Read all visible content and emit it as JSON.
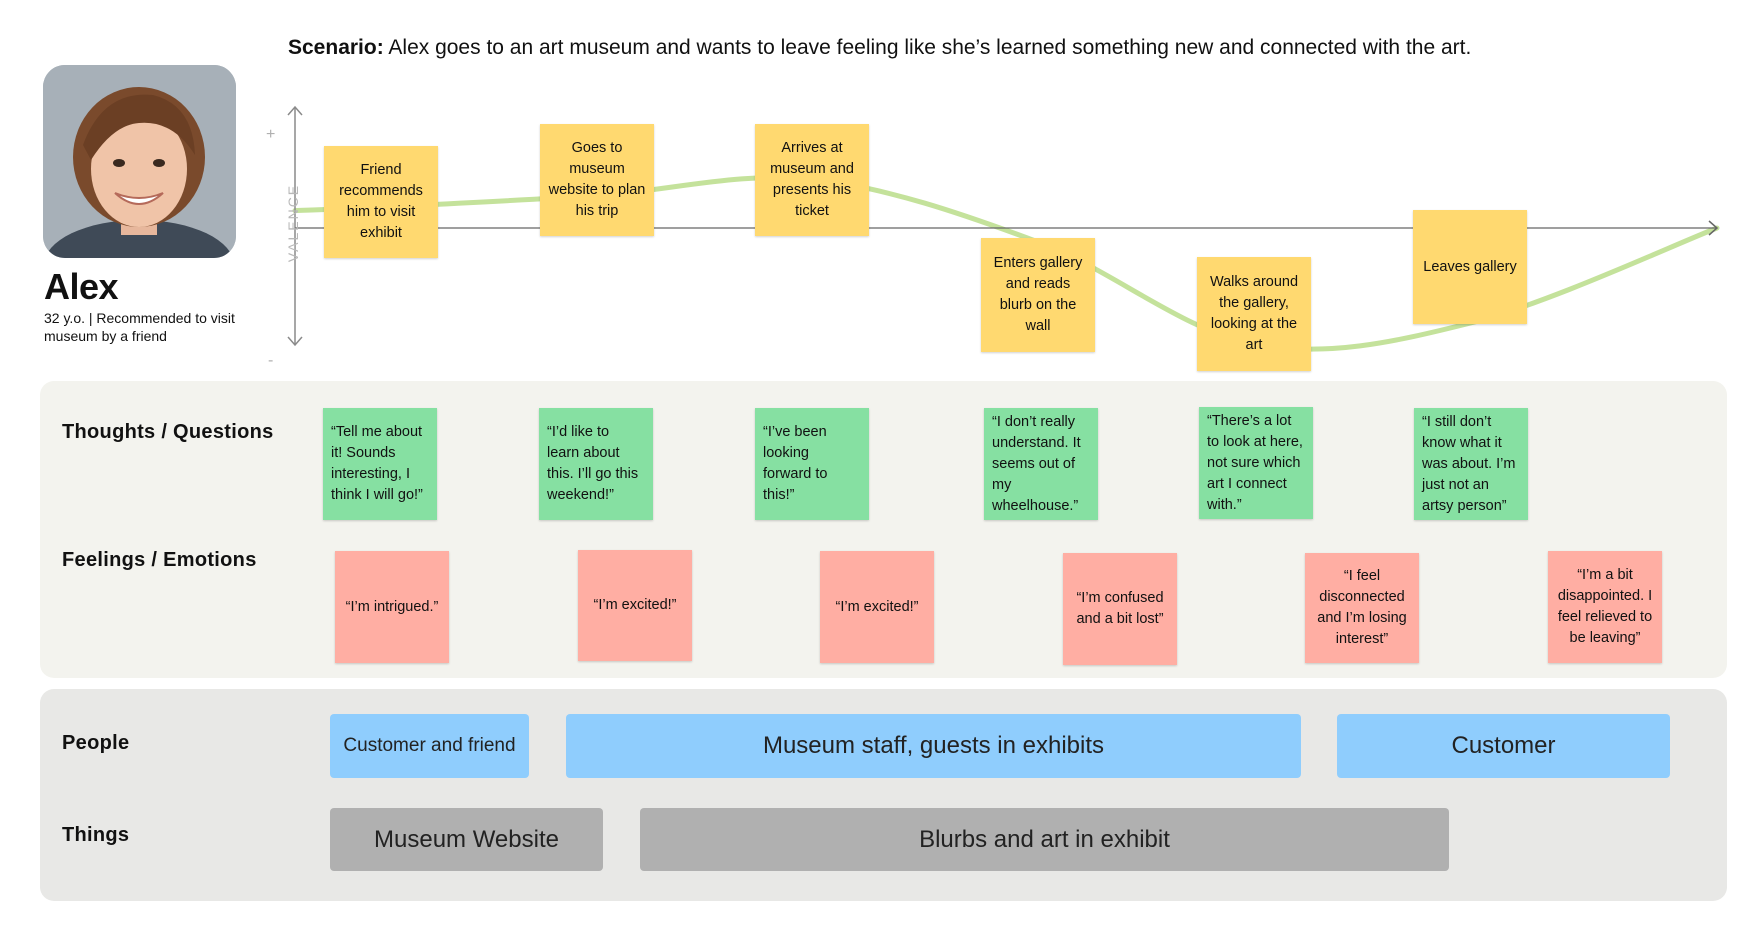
{
  "scenario": {
    "label": "Scenario:",
    "text": "Alex goes to an art museum and wants to leave feeling like she’s learned something new and connected with the art."
  },
  "persona": {
    "name": "Alex",
    "description": "32 y.o. | Recommended to visit museum by a friend"
  },
  "valence": {
    "label": "VALENCE",
    "plus": "+",
    "minus": "-"
  },
  "journey": {
    "steps": [
      "Friend recommends him to visit exhibit",
      "Goes to museum website to plan his trip",
      "Arrives at museum and presents his ticket",
      "Enters gallery and reads blurb on the wall",
      "Walks around the gallery, looking at the art",
      "Leaves gallery"
    ],
    "valence_levels": [
      0.18,
      0.28,
      0.42,
      -0.12,
      -1.0,
      -0.82
    ]
  },
  "lanes": {
    "thoughts": {
      "title": "Thoughts / Questions",
      "items": [
        "“Tell me about it! Sounds interesting, I think I will go!”",
        "“I’d like to learn about this. I’ll go this weekend!”",
        "“I’ve been looking forward to this!”",
        "“I don’t really understand. It seems out of my wheelhouse.”",
        "“There’s a lot to look at here, not sure which art I connect with.”",
        "“I still don’t know what it was about. I’m just not an artsy person”"
      ]
    },
    "feelings": {
      "title": "Feelings / Emotions",
      "items": [
        "“I’m intrigued.”",
        "“I’m excited!”",
        "“I’m excited!”",
        "“I’m confused and a bit lost”",
        "“I feel disconnected and I’m losing interest”",
        "“I’m a bit disappointed. I feel relieved to be leaving”"
      ]
    },
    "people": {
      "title": "People",
      "items": [
        "Customer and friend",
        "Museum staff, guests in exhibits",
        "Customer"
      ]
    },
    "things": {
      "title": "Things",
      "items": [
        "Museum Website",
        "Blurbs and art in exhibit"
      ]
    }
  },
  "colors": {
    "journey_note": "#ffd970",
    "thought_note": "#86e0a2",
    "feeling_note": "#ffaea3",
    "people_bar": "#8fcdfd",
    "things_bar": "#b0b0b0",
    "curve": "#c4e29b",
    "axis": "#8a8a8a"
  }
}
